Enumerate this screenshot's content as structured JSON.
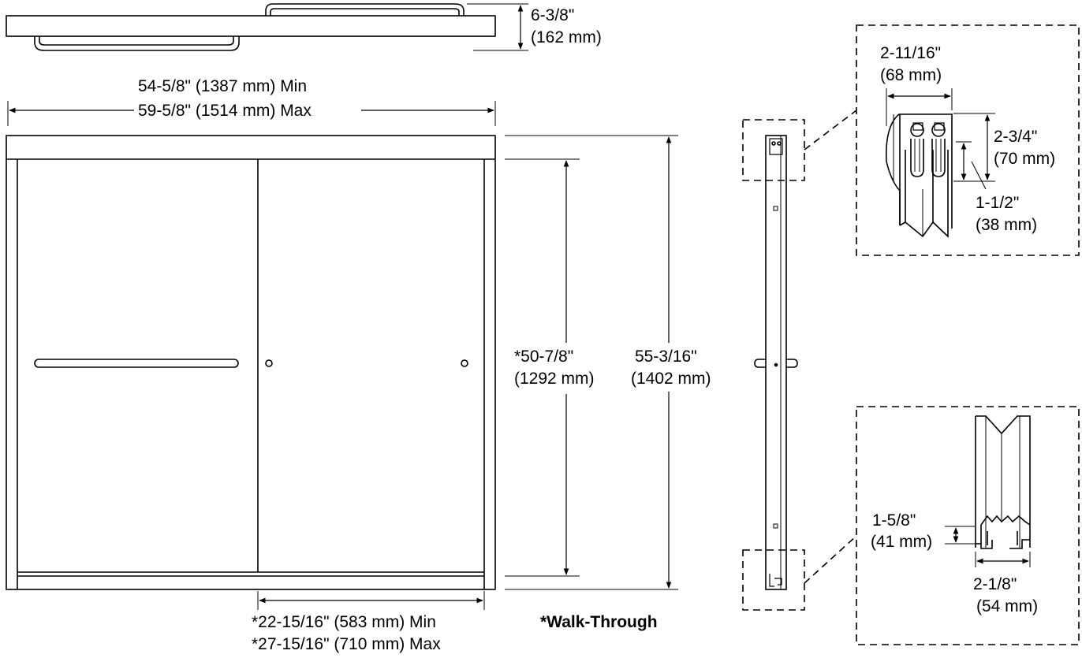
{
  "top_view": {
    "height_label": "6-3/8\"",
    "height_label_mm": "(162 mm)"
  },
  "front_view": {
    "width_min": "54-5/8\" (1387 mm) Min",
    "width_max": "59-5/8\" (1514 mm) Max",
    "glass_height": "*50-7/8\"",
    "glass_height_mm": "(1292 mm)",
    "overall_height": "55-3/16\"",
    "overall_height_mm": "(1402 mm)",
    "walk_min": "*22-15/16\" (583 mm) Min",
    "walk_max": "*27-15/16\" (710 mm) Max",
    "walk_note": "*Walk-Through"
  },
  "top_detail": {
    "width": "2-11/16\"",
    "width_mm": "(68 mm)",
    "height": "2-3/4\"",
    "height_mm": "(70 mm)",
    "inner": "1-1/2\"",
    "inner_mm": "(38 mm)"
  },
  "bottom_detail": {
    "height": "1-5/8\"",
    "height_mm": "(41 mm)",
    "width": "2-1/8\"",
    "width_mm": "(54 mm)"
  }
}
